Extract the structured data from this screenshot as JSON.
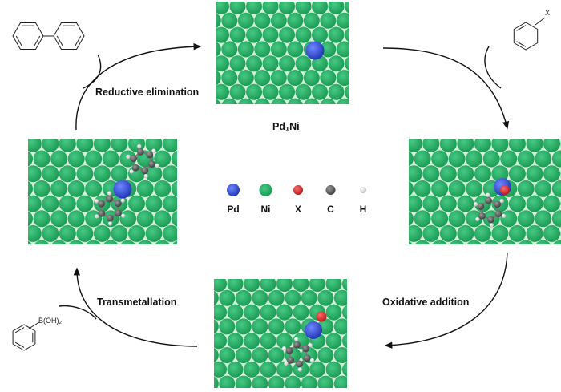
{
  "colors": {
    "ni": "#1fa65a",
    "ni_highlight": "#3fc47a",
    "pd": "#2f4fd8",
    "x": "#d42b2b",
    "c": "#5a5a5a",
    "h": "#d6d6d6",
    "arrow": "#111111",
    "background": "#ffffff"
  },
  "labels": {
    "top_catalyst": "Pd₁Ni",
    "reductive_elimination": "Reductive elimination",
    "oxidative_addition": "Oxidative addition",
    "transmetallation": "Transmetallation"
  },
  "legend": [
    {
      "key": "pd",
      "label": "Pd"
    },
    {
      "key": "ni",
      "label": "Ni"
    },
    {
      "key": "x",
      "label": "X"
    },
    {
      "key": "c",
      "label": "C"
    },
    {
      "key": "h",
      "label": "H"
    }
  ],
  "molecules": {
    "biphenyl": {
      "name": "biphenyl-molecule"
    },
    "aryl_halide": {
      "name": "aryl-halide-molecule",
      "substituent": "X"
    },
    "phenylboronic_acid": {
      "name": "phenylboronic-acid-molecule",
      "substituent": "B(OH)₂"
    }
  }
}
